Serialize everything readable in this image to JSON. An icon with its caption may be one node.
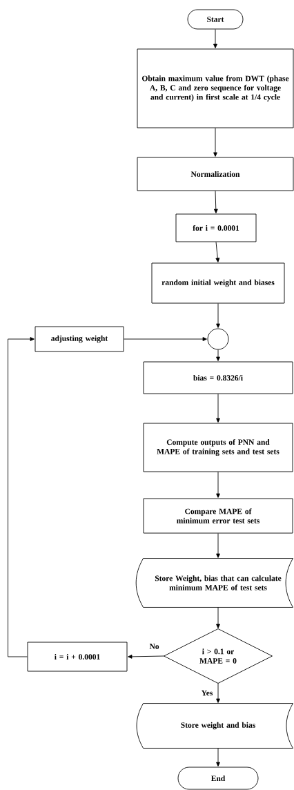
{
  "diagram": {
    "nodes": [
      {
        "text": [
          "Start"
        ]
      },
      {
        "text": [
          "Obtain maximum value from DWT (phase A, B, C and zero sequence for voltage and current) in first scale at 1/4 cycle"
        ]
      },
      {
        "text": [
          "Normalization"
        ]
      },
      {
        "text": [
          "for i = 0.0001"
        ]
      },
      {
        "text": [
          "random initial weight and biases"
        ]
      },
      {
        "text": [],
        "shape": "circle"
      },
      {
        "text": [
          "adjusting weight"
        ]
      },
      {
        "text": [
          "bias = 0.8326/i"
        ]
      },
      {
        "text": [
          "Compute outputs of PNN and MAPE of training sets and test sets"
        ]
      },
      {
        "text": [
          "Compare MAPE of minimum error test sets"
        ]
      },
      {
        "text": [
          "Store Weight, bias that can calculate minimum MAPE of test sets"
        ]
      },
      {
        "text": [
          "i > 0.1 or MAPE = 0"
        ]
      },
      {
        "text": [
          "i = i + 0.0001"
        ]
      },
      {
        "text": [
          "Store weight and bias"
        ]
      },
      {
        "text": [
          "End"
        ]
      }
    ],
    "edges": [
      {
        "from": 0,
        "to": 1,
        "arrow": "to"
      },
      {
        "from": 1,
        "to": 2,
        "arrow": "to"
      },
      {
        "from": 2,
        "to": 3,
        "arrow": "to"
      },
      {
        "from": 3,
        "to": 4,
        "arrow": "to"
      },
      {
        "from": 4,
        "to": 5,
        "arrow": "to"
      },
      {
        "from": 6,
        "to": 5,
        "arrow": "to"
      },
      {
        "from": 5,
        "to": 7,
        "arrow": "to"
      },
      {
        "from": 7,
        "to": 8,
        "arrow": "to"
      },
      {
        "from": 8,
        "to": 9,
        "arrow": "to"
      },
      {
        "from": 9,
        "to": 10,
        "arrow": "to"
      },
      {
        "from": 10,
        "to": 11,
        "arrow": "to"
      },
      {
        "from": 11,
        "to": 12,
        "label": "No",
        "arrow": "to"
      },
      {
        "from": 11,
        "to": 13,
        "label": "Yes",
        "arrow": "to"
      },
      {
        "from": 13,
        "to": 14,
        "arrow": "to"
      },
      {
        "from": 12,
        "to": 6,
        "arrow": "to"
      }
    ]
  }
}
